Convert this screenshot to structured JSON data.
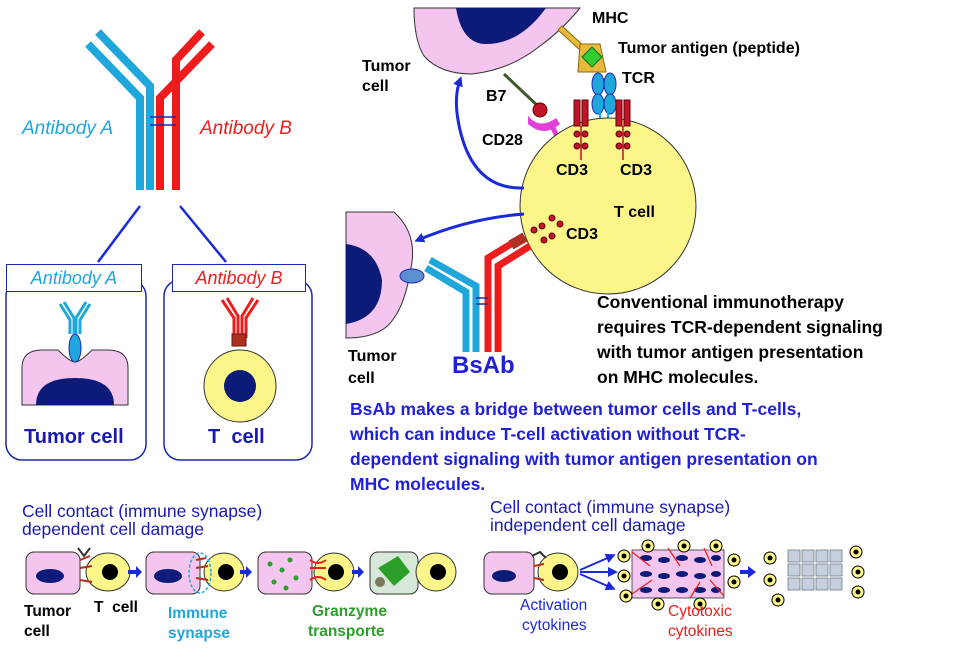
{
  "antibodies": {
    "a_label": "Antibody A",
    "b_label": "Antibody B",
    "a_box_label": "Antibody A",
    "b_box_label": "Antibody B",
    "a_color": "#1fa7dc",
    "b_color": "#ee1c1c"
  },
  "cells": {
    "tumor_box_label": "Tumor cell",
    "tcell_box_label": "T  cell"
  },
  "conventional": {
    "mhc": "MHC",
    "tumor_antigen": "Tumor antigen (peptide)",
    "tcr": "TCR",
    "tumor_cell_line1": "Tumor",
    "tumor_cell_line2": "cell",
    "b7": "B7",
    "cd28": "CD28",
    "cd3_left": "CD3",
    "cd3_right": "CD3",
    "cd3_lower": "CD3",
    "t_cell": "T cell",
    "note_lines": [
      "Conventional  immunotherapy",
      "requires TCR-dependent signaling",
      "with tumor antigen presentation",
      "on MHC molecules."
    ]
  },
  "bsab": {
    "tumor_cell_line1": "Tumor",
    "tumor_cell_line2": "cell",
    "label": "BsAb",
    "note_lines": [
      "BsAb makes a bridge between tumor cells and T-cells,",
      "which can induce T-cell activation without TCR-",
      "dependent signaling with tumor antigen presentation on",
      "MHC molecules."
    ]
  },
  "bottom": {
    "dependent_title_line1": "Cell contact (immune synapse)",
    "dependent_title_line2": "dependent cell damage",
    "independent_title_line1": "Cell contact (immune synapse)",
    "independent_title_line2": "independent cell damage",
    "tumor_line1": "Tumor",
    "tumor_line2": "cell",
    "t_cell": "T  cell",
    "synapse_line1": "Immune",
    "synapse_line2": "synapse",
    "granzyme_line1": "Granzyme",
    "granzyme_line2": "transporte",
    "activation_line1": "Activation",
    "activation_line2": "cytokines",
    "cytotoxic_line1": "Cytotoxic",
    "cytotoxic_line2": "cytokines"
  },
  "colors": {
    "tumor_pink": "#f4c6ef",
    "nucleus_navy": "#0c1a78",
    "tcell_yellow": "#fbf58a",
    "arrow_blue": "#1a2ad8",
    "text_navy": "#1a1ab0",
    "synapse_cyan": "#1fa7dc",
    "granzyme_green": "#2aa02a",
    "cytotoxic_red": "#ee1c1c"
  }
}
